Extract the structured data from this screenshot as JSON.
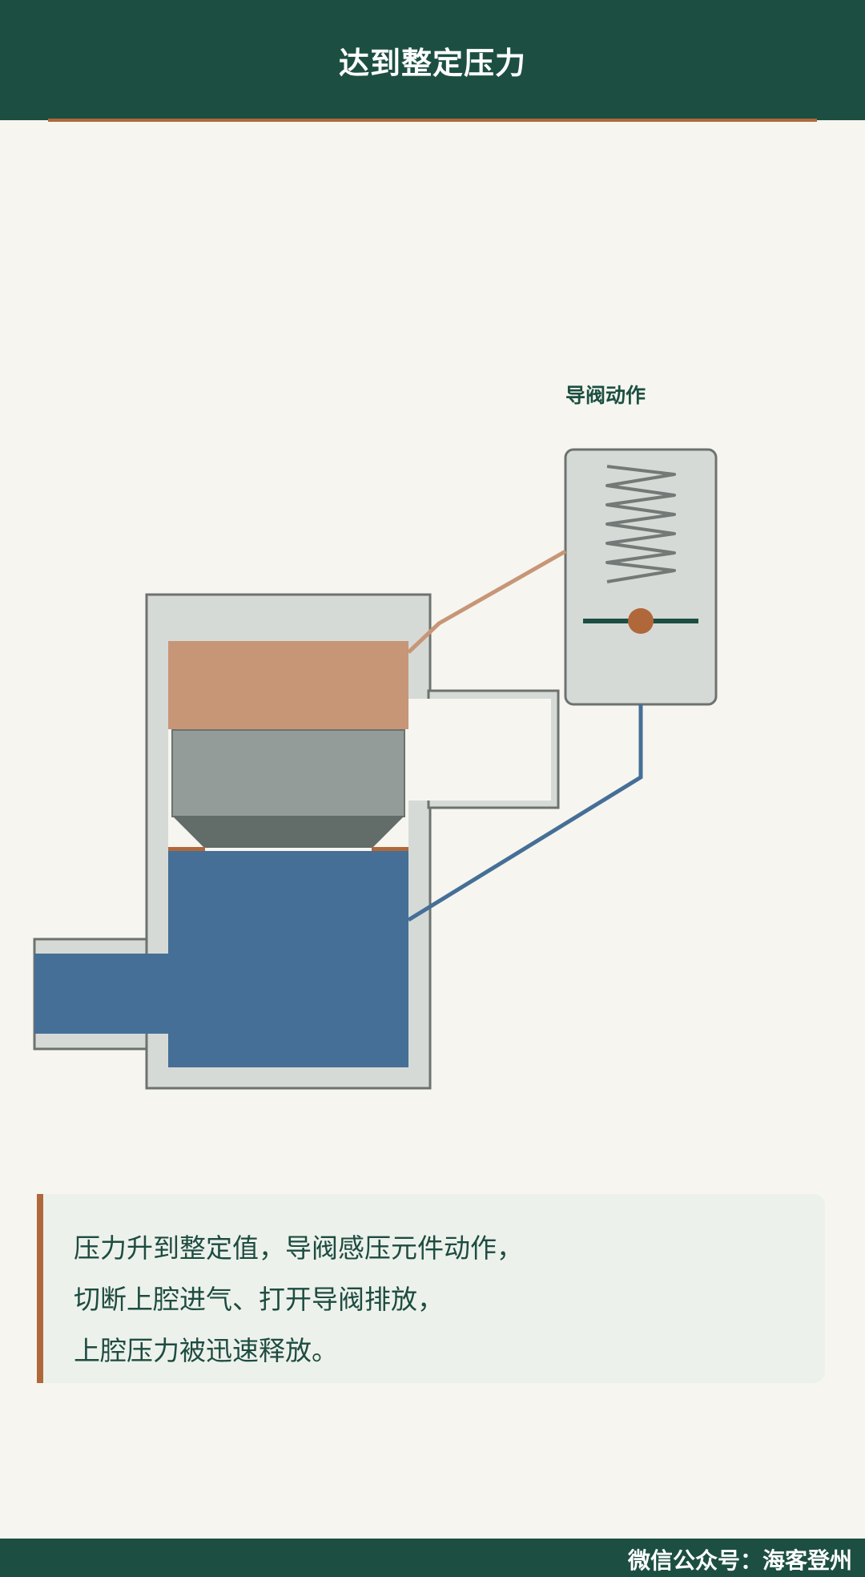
{
  "header": {
    "title": "达到整定压力"
  },
  "diagram": {
    "pilot_label": "导阀动作"
  },
  "caption": {
    "lines": [
      "压力升到整定值，导阀感压元件动作，",
      "切断上腔进气、打开导阀排放，",
      "上腔压力被迅速释放。"
    ]
  },
  "footer": {
    "watermark": "微信公众号：海客登州"
  },
  "colors": {
    "brand": "#1c4f42",
    "accent": "#b0683a",
    "upper_chamber": "#c79677",
    "fluid": "#456f96",
    "piston": "#939c98",
    "body": "#d6dad7"
  }
}
